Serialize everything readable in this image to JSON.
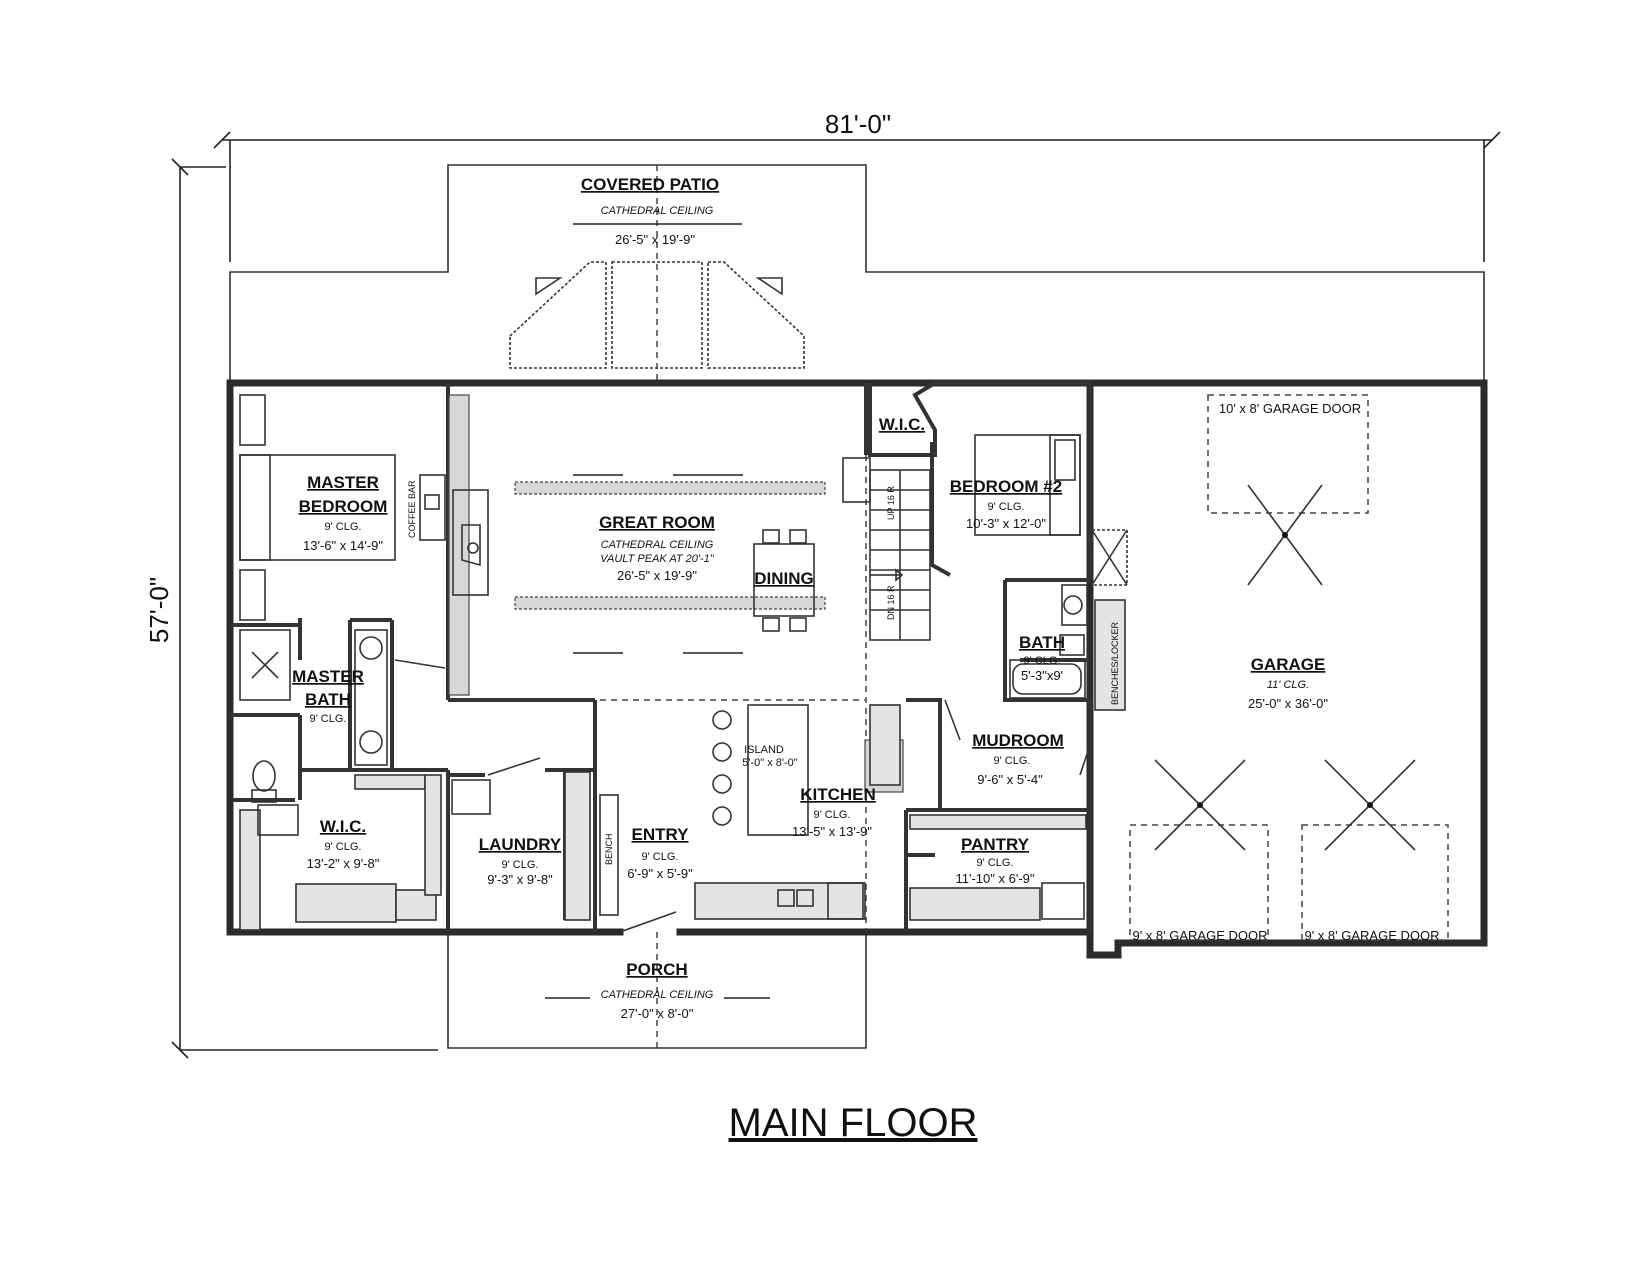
{
  "dimensions": {
    "width_label": "81'-0\"",
    "depth_label": "57'-0\""
  },
  "title": "MAIN FLOOR",
  "rooms": {
    "covered_patio": {
      "name": "COVERED PATIO",
      "ceiling": "CATHEDRAL CEILING",
      "size": "26'-5\" x 19'-9\""
    },
    "master_bedroom": {
      "name_line1": "MASTER",
      "name_line2": "BEDROOM",
      "ceiling": "9' CLG.",
      "size": "13'-6\" x 14'-9\""
    },
    "great_room": {
      "name": "GREAT ROOM",
      "ceiling": "CATHEDRAL CEILING",
      "vault": "VAULT PEAK AT 20'-1\"",
      "size": "26'-5\" x 19'-9\""
    },
    "dining": {
      "name": "DINING"
    },
    "wic_upper": {
      "name": "W.I.C."
    },
    "bedroom2": {
      "name": "BEDROOM #2",
      "ceiling": "9' CLG.",
      "size": "10'-3\" x 12'-0\""
    },
    "bath": {
      "name": "BATH",
      "ceiling": "9' CLG.",
      "size": "5'-3\"x9'"
    },
    "master_bath": {
      "name_line1": "MASTER",
      "name_line2": "BATH",
      "ceiling": "9' CLG."
    },
    "wic_lower": {
      "name": "W.I.C.",
      "ceiling": "9' CLG.",
      "size": "13'-2\" x 9'-8\""
    },
    "laundry": {
      "name": "LAUNDRY",
      "ceiling": "9' CLG.",
      "size": "9'-3\" x 9'-8\""
    },
    "entry": {
      "name": "ENTRY",
      "ceiling": "9' CLG.",
      "size": "6'-9\" x 5'-9\""
    },
    "island": {
      "name": "ISLAND",
      "size": "5'-0\" x 8'-0\""
    },
    "kitchen": {
      "name": "KITCHEN",
      "ceiling": "9' CLG.",
      "size": "13'-5\" x 13'-9\""
    },
    "mudroom": {
      "name": "MUDROOM",
      "ceiling": "9' CLG.",
      "size": "9'-6\" x 5'-4\""
    },
    "pantry": {
      "name": "PANTRY",
      "ceiling": "9' CLG.",
      "size": "11'-10\" x 6'-9\""
    },
    "garage": {
      "name": "GARAGE",
      "ceiling": "11' CLG.",
      "size": "25'-0\" x 36'-0\""
    },
    "porch": {
      "name": "PORCH",
      "ceiling": "CATHEDRAL CEILING",
      "size": "27'-0\" x 8'-0\""
    }
  },
  "labels": {
    "coffee_bar": "COFFEE BAR",
    "up_stairs": "UP 16 R",
    "down_stairs": "DN 16 R",
    "bench_locker": "BENCHES/LOCKER",
    "bench": "BENCH",
    "garage_door_top": "10' x 8' GARAGE DOOR",
    "garage_door_left": "9' x 8' GARAGE DOOR",
    "garage_door_right": "9' x 8' GARAGE DOOR"
  }
}
